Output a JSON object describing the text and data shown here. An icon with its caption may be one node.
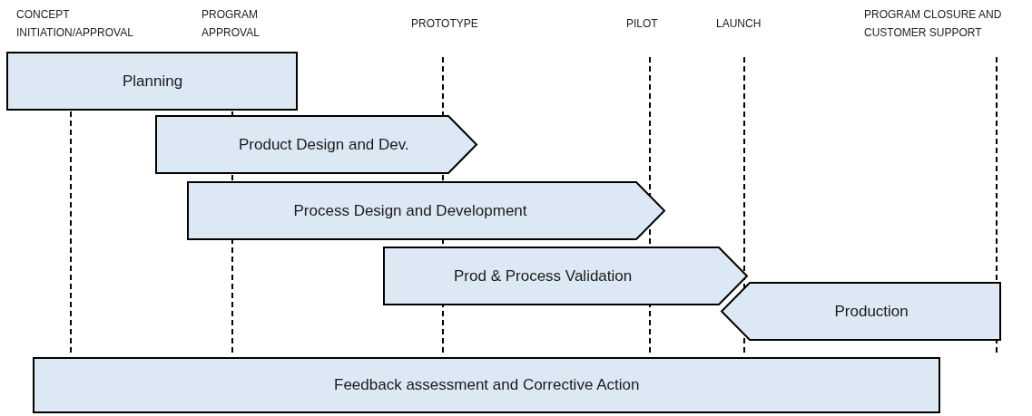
{
  "diagram": {
    "nodes": [
      {
        "text": [
          "Planning"
        ]
      },
      {
        "text": [
          "Product Design and Dev."
        ]
      },
      {
        "text": [
          "Process Design and Development"
        ]
      },
      {
        "text": [
          "Prod & Process Validation"
        ]
      },
      {
        "text": [
          "Production"
        ]
      },
      {
        "text": [
          "Feedback assessment and Corrective Action"
        ]
      }
    ],
    "labels": [
      "CONCEPT INITIATION/APPROVAL",
      "PROGRAM APPROVAL",
      "PROTOTYPE",
      "PILOT",
      "LAUNCH",
      "PROGRAM CLOSURE AND CUSTOMER SUPPORT"
    ]
  }
}
